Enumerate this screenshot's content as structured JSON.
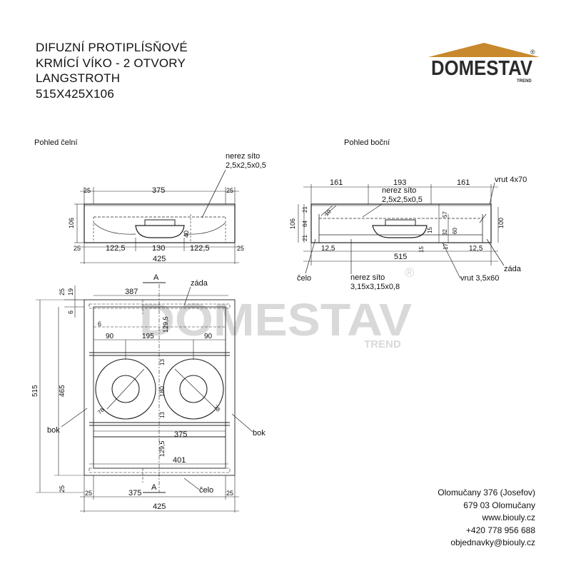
{
  "title": {
    "line1": "DIFUZNÍ PROTIPLÍSŇOVÉ",
    "line2": "KRMÍCÍ VÍKO - 2 OTVORY",
    "line3": "LANGSTROTH",
    "line4": "515X425X106"
  },
  "logo": {
    "name": "DOMESTAV",
    "sub": "TREND",
    "reg": "®",
    "roof_color": "#c7892c",
    "text_color": "#2b2b2b"
  },
  "watermark": {
    "name": "DOMESTAV",
    "sub": "TREND",
    "reg": "®",
    "color": "#d9d9d9"
  },
  "front_view": {
    "title": "Pohled čelní",
    "mesh_label_1": "nerez síto",
    "mesh_label_2": "2,5x2,5x0,5",
    "dims": {
      "top_left": "25",
      "top_mid": "375",
      "top_right": "25",
      "height": "106",
      "inner": "40",
      "bot_l1": "25",
      "bot_l2": "122,5",
      "bot_mid": "130",
      "bot_r2": "122,5",
      "bot_r1": "25",
      "total": "425"
    }
  },
  "side_view": {
    "title": "Pohled boční",
    "screw_top": "vrut 4x70",
    "mesh_label_1": "nerez síto",
    "mesh_label_2": "2,5x2,5x0,5",
    "dims": {
      "top_l": "161",
      "top_mid": "193",
      "top_r": "161",
      "h_total": "106",
      "h_21a": "21",
      "h_64": "64",
      "h_21b": "21",
      "h_57": "57",
      "h_60": "60",
      "h_32": "32",
      "h_15a": "15",
      "h_15b": "15",
      "h_17": "17",
      "h_100": "100",
      "ang_10": "10",
      "bot_l": "12,5",
      "bot_r": "12,5",
      "total": "515"
    },
    "label_celo": "čelo",
    "mesh2_label_1": "nerez síto",
    "mesh2_label_2": "3,15x3,15x0,8",
    "screw_bottom": "vrut 3,5x60",
    "label_zada": "záda"
  },
  "plan_view": {
    "dims": {
      "t25": "25",
      "t19": "19",
      "t387": "387",
      "t6a": "6",
      "t6b": "6",
      "v129a": "129,5",
      "h90a": "90",
      "h195": "195",
      "h90b": "90",
      "v13a": "13",
      "v180": "180",
      "v13b": "13",
      "d78a": "78",
      "d78b": "78",
      "h375": "375",
      "v129b": "129,5",
      "h401": "401",
      "v515": "515",
      "v465": "465",
      "b25": "25",
      "bot_l": "25",
      "bot_mid": "375",
      "bot_r": "25",
      "total": "425"
    },
    "section_top": "A",
    "section_bot": "A",
    "label_zada": "záda",
    "label_bok_l": "bok",
    "label_bok_r": "bok",
    "label_celo": "čelo"
  },
  "contact": {
    "line1": "Olomučany 376 (Josefov)",
    "line2": "679 03 Olomučany",
    "line3": "www.biouly.cz",
    "line4": "+420 778 956 688",
    "line5": "objednavky@biouly.cz"
  }
}
